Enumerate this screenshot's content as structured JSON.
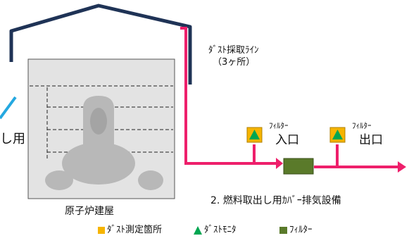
{
  "labels": {
    "side_fragment": "し用",
    "building": "原子炉建屋",
    "dust_line": "ﾀﾞｽﾄ採取ﾗｲﾝ",
    "dust_line_count": "（3ヶ所）",
    "filter_in_tag": "ﾌｨﾙﾀｰ",
    "filter_in": "入口",
    "filter_out_tag": "ﾌｨﾙﾀｰ",
    "filter_out": "出口",
    "caption": "2. 燃料取出し用ｶﾊﾞｰ排気設備"
  },
  "legend": {
    "dust_point": "ﾀﾞｽﾄ測定箇所",
    "dust_monitor": "ﾀﾞｽﾄﾓﾆﾀ",
    "filter": "ﾌｨﾙﾀｰ"
  },
  "colors": {
    "cover_outline": "#1f3356",
    "exhaust_line": "#ee1f6b",
    "left_line": "#24a8e0",
    "building_fill": "#e3e3e3",
    "reactor_fill": "#b8b8b8",
    "dust_point": "#f6b400",
    "dust_monitor": "#00a651",
    "filter": "#5a7a2a"
  }
}
